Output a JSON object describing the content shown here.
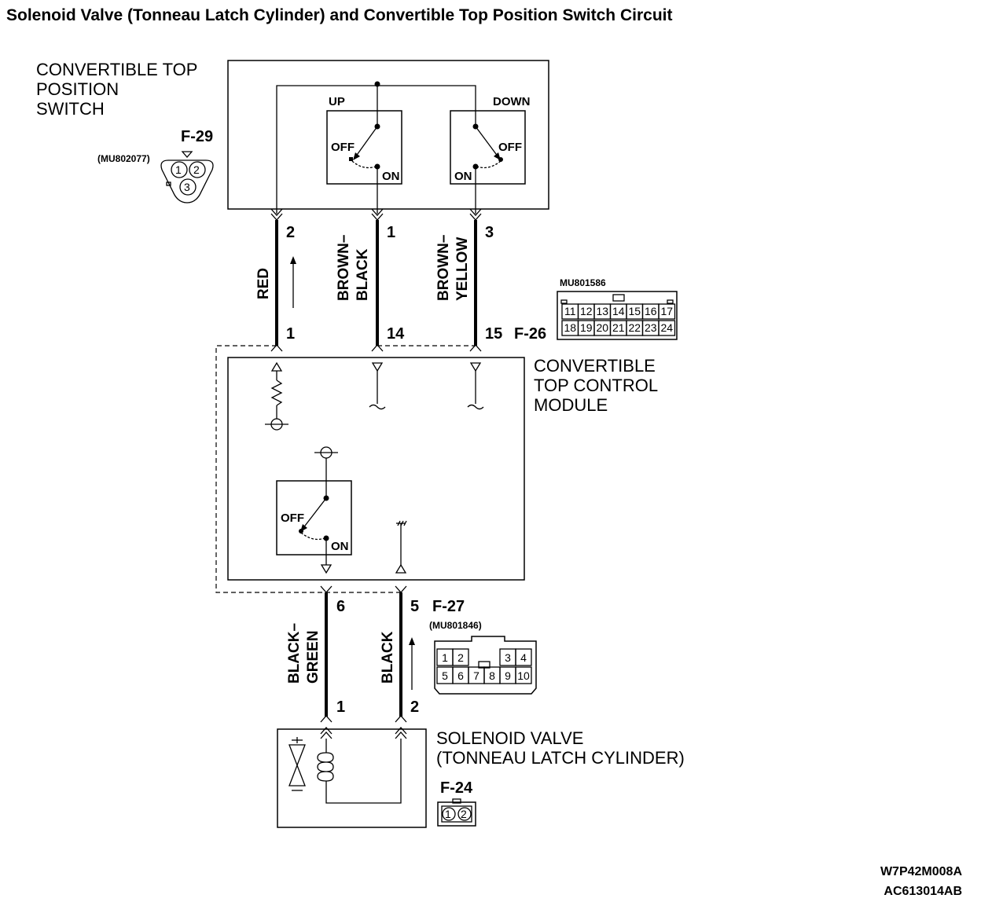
{
  "title": "Solenoid Valve (Tonneau Latch Cylinder) and Convertible Top Position Switch Circuit",
  "switch": {
    "name_lines": [
      "CONVERTIBLE TOP",
      "POSITION",
      "SWITCH"
    ],
    "connector": "F-29",
    "part_no": "(MU802077)",
    "pins": [
      "1",
      "2",
      "3"
    ],
    "up_label": "UP",
    "down_label": "DOWN",
    "off_label": "OFF",
    "on_label": "ON"
  },
  "wires_top": [
    {
      "color_lines": [
        "RED"
      ],
      "top_pin": "2",
      "bottom_pin": "1"
    },
    {
      "color_lines": [
        "BROWN–",
        "BLACK"
      ],
      "top_pin": "1",
      "bottom_pin": "14"
    },
    {
      "color_lines": [
        "BROWN–",
        "YELLOW"
      ],
      "top_pin": "3",
      "bottom_pin": "15"
    }
  ],
  "module": {
    "name_lines": [
      "CONVERTIBLE",
      "TOP CONTROL",
      "MODULE"
    ],
    "connector_top": "F-26",
    "connector_top_part": "MU801586",
    "f26_row1": [
      "11",
      "12",
      "13",
      "14",
      "15",
      "16",
      "17"
    ],
    "f26_row2": [
      "18",
      "19",
      "20",
      "21",
      "22",
      "23",
      "24"
    ],
    "connector_bottom": "F-27",
    "connector_bottom_part": "(MU801846)",
    "f27_row1": [
      "1",
      "2",
      "3",
      "4"
    ],
    "f27_row2": [
      "5",
      "6",
      "7",
      "8",
      "9",
      "10"
    ],
    "off_label": "OFF",
    "on_label": "ON"
  },
  "wires_bottom": [
    {
      "color_lines": [
        "BLACK–",
        "GREEN"
      ],
      "top_pin": "6",
      "bottom_pin": "1"
    },
    {
      "color_lines": [
        "BLACK"
      ],
      "top_pin": "5",
      "bottom_pin": "2"
    }
  ],
  "solenoid": {
    "name_lines": [
      "SOLENOID VALVE",
      "(TONNEAU LATCH CYLINDER)"
    ],
    "connector": "F-24",
    "pins": [
      "1",
      "2"
    ]
  },
  "footer": [
    "W7P42M008A",
    "AC613014AB"
  ]
}
